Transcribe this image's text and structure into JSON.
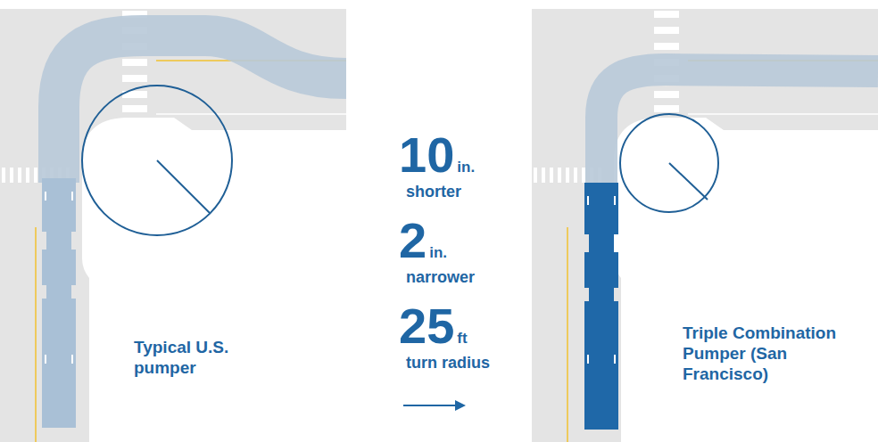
{
  "diagram": {
    "labels": [
      "Typical U.S. pumper",
      "10",
      "in.",
      "shorter",
      "2",
      "in.",
      "narrower",
      "25",
      "ft",
      "turn radius",
      "Triple Combination Pumper (San Francisco)"
    ]
  }
}
